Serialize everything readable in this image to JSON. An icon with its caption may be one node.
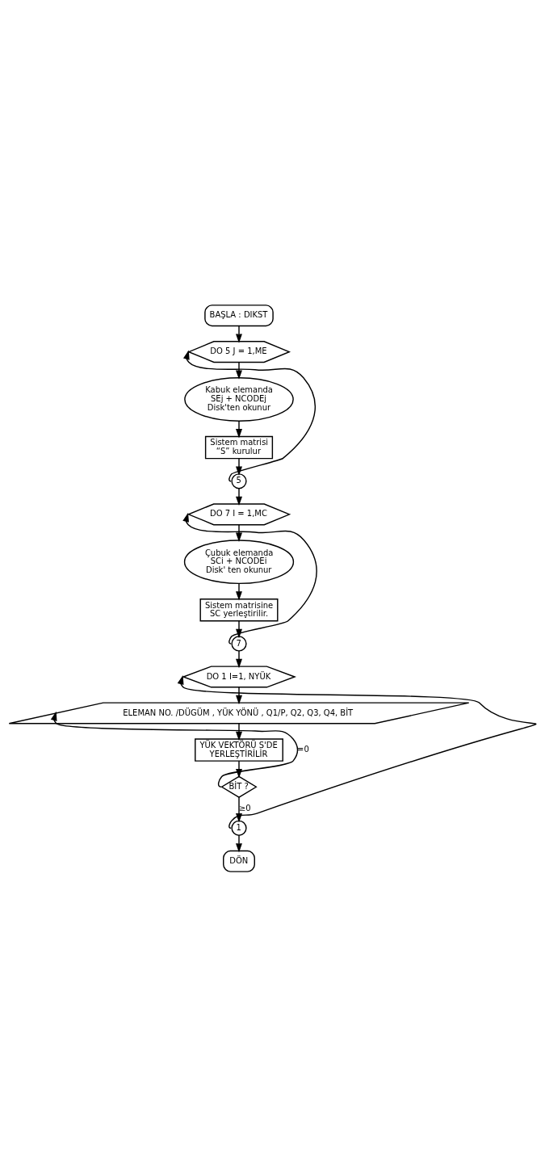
{
  "diagram": {
    "nodes": [
      {
        "text": [
          "BAŞLA : DIKST"
        ]
      },
      {
        "text": [
          "DO 5 J = 1,ME"
        ]
      },
      {
        "text": [
          "Kabuk elemanda SEj + NCODEj Disk'ten okunur"
        ]
      },
      {
        "text": [
          "Sistem matrisi “S” kurulur"
        ]
      },
      {
        "text": [
          "5"
        ]
      },
      {
        "text": [
          "DO 7 I = 1,MC"
        ]
      },
      {
        "text": [
          "Çubuk elemanda SCi + NCODEi Disk' ten okunur"
        ]
      },
      {
        "text": [
          "Sistem matrisine SC yerleştirilir."
        ]
      },
      {
        "text": [
          "7"
        ]
      },
      {
        "text": [
          "DO 1 I=1, NYÜK"
        ]
      },
      {
        "text": [
          "ELEMAN NO. /DÜGÜM , YÜK YÖNÜ , Q1/P, Q2, Q3, Q4, BİT"
        ]
      },
      {
        "text": [
          "YÜK VEKTÖRÜ S'DE YERLEŞTİRİLİR"
        ]
      },
      {
        "text": [
          "BİT ?"
        ]
      },
      {
        "text": [
          "1"
        ]
      },
      {
        "text": [
          "DÖN"
        ]
      }
    ],
    "edges": [
      {
        "from": 0,
        "to": 1,
        "arrow": "to"
      },
      {
        "from": 1,
        "to": 2,
        "arrow": "to"
      },
      {
        "from": 2,
        "to": 3,
        "arrow": "to"
      },
      {
        "from": 3,
        "to": 4,
        "arrow": "to"
      },
      {
        "from": 4,
        "to": 1,
        "arrow": "to"
      },
      {
        "from": 4,
        "to": 5,
        "arrow": "to"
      },
      {
        "from": 5,
        "to": 6,
        "arrow": "to"
      },
      {
        "from": 6,
        "to": 7,
        "arrow": "to"
      },
      {
        "from": 7,
        "to": 8,
        "arrow": "to"
      },
      {
        "from": 8,
        "to": 5,
        "arrow": "to"
      },
      {
        "from": 8,
        "to": 9,
        "arrow": "to"
      },
      {
        "from": 9,
        "to": 10,
        "arrow": "to"
      },
      {
        "from": 10,
        "to": 11,
        "arrow": "to"
      },
      {
        "from": 11,
        "to": 12,
        "arrow": "to"
      },
      {
        "from": 12,
        "to": 10,
        "arrow": "to",
        "label": "=0"
      },
      {
        "from": 12,
        "to": 13,
        "arrow": "to",
        "label": "≥0"
      },
      {
        "from": 13,
        "to": 9,
        "arrow": "to"
      },
      {
        "from": 13,
        "to": 14,
        "arrow": "to"
      }
    ]
  }
}
